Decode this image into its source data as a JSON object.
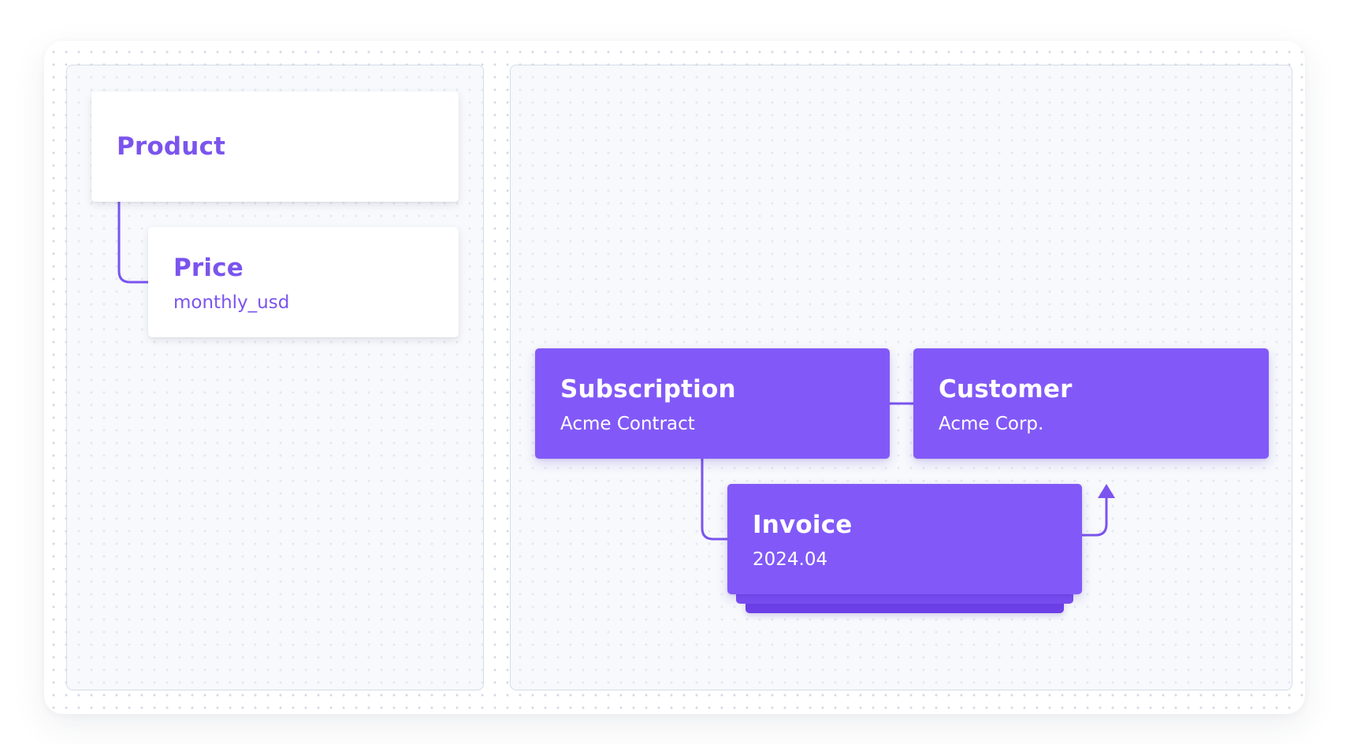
{
  "colors": {
    "accent": "#8259f8",
    "accent_dark": "#6c40e6",
    "card_text_on_white": "#7b54ee",
    "card_text_on_accent": "#ffffff",
    "panel_border": "#d5dce8",
    "dot_grid": "#d4d9e4",
    "connector": "#7b54ee"
  },
  "nodes": {
    "product": {
      "title": "Product"
    },
    "price": {
      "title": "Price",
      "subtitle": "monthly_usd"
    },
    "subscription": {
      "title": "Subscription",
      "subtitle": "Acme Contract"
    },
    "customer": {
      "title": "Customer",
      "subtitle": "Acme Corp."
    },
    "invoice": {
      "title": "Invoice",
      "subtitle": "2024.04"
    }
  },
  "edges": [
    {
      "from": "product",
      "to": "price"
    },
    {
      "from": "subscription",
      "to": "customer"
    },
    {
      "from": "subscription",
      "to": "invoice"
    },
    {
      "from": "invoice",
      "to": "customer",
      "arrow": true
    }
  ]
}
